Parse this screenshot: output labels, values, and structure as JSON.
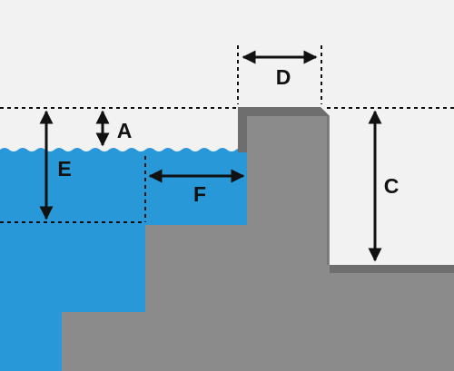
{
  "labels": {
    "a": "A",
    "c": "C",
    "d": "D",
    "e": "E",
    "f": "F"
  },
  "colors": {
    "background": "#f2f2f2",
    "water": "#2898d9",
    "concrete": "#8b8b8b",
    "concrete_edge": "#6e6e6e",
    "dimension_lines": "#111111"
  }
}
